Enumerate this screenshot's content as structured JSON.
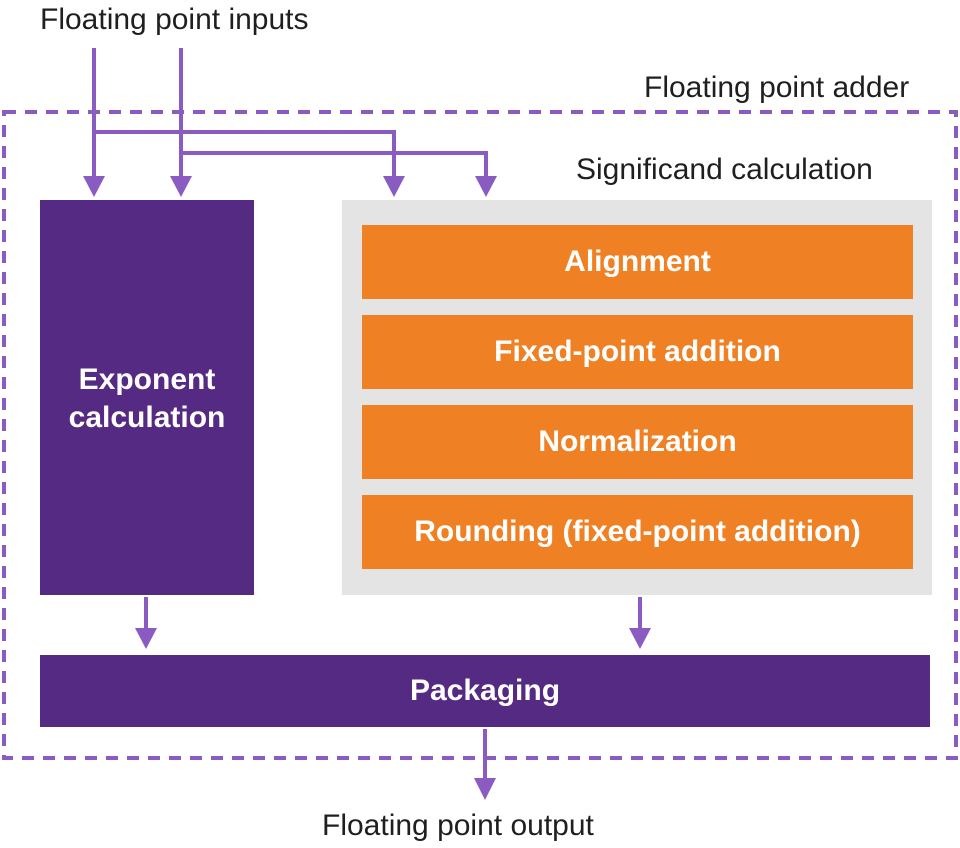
{
  "labels": {
    "inputs": "Floating point inputs",
    "adder": "Floating point adder",
    "significand": "Significand calculation",
    "output": "Floating point output"
  },
  "blocks": {
    "exponent": "Exponent\ncalculation",
    "packaging": "Packaging"
  },
  "significand_steps": [
    "Alignment",
    "Fixed-point addition",
    "Normalization",
    "Rounding (fixed-point addition)"
  ],
  "colors": {
    "purple": "#552a82",
    "orange": "#ef8024",
    "panel_gray": "#e4e4e4",
    "arrow": "#8a5cc2",
    "dashed_border": "#8a5cc2"
  }
}
